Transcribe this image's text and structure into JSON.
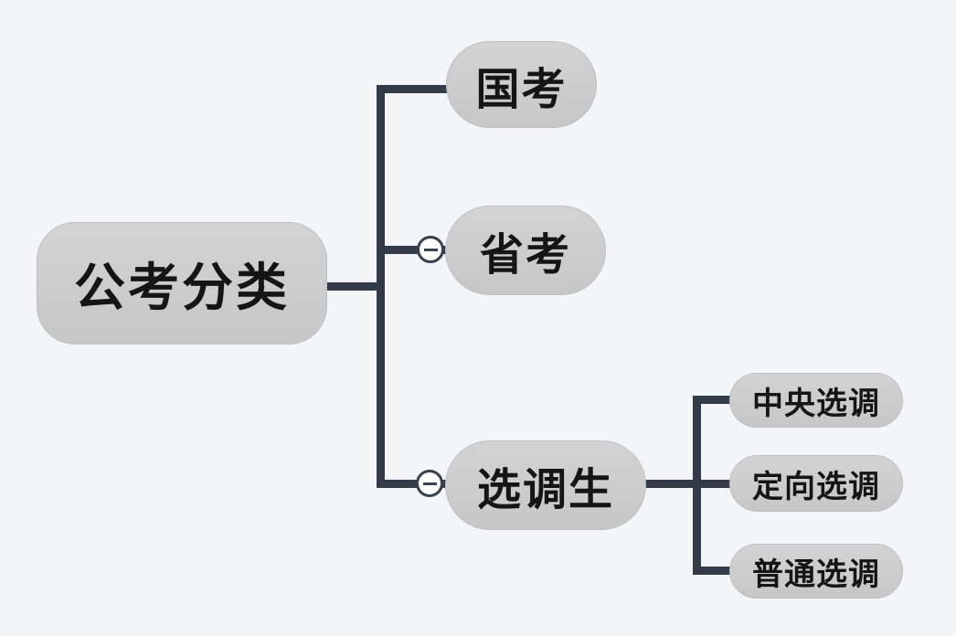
{
  "diagram": {
    "type": "mindmap",
    "background_color": "#f3f5f9",
    "edge_color": "#333b48",
    "node_fill_color": "#cbcbcb",
    "node_text_color": "#151515",
    "root": {
      "label": "公考分类"
    },
    "children": [
      {
        "label": "国考",
        "has_collapse_icon": false,
        "children": []
      },
      {
        "label": "省考",
        "has_collapse_icon": true,
        "children": []
      },
      {
        "label": "选调生",
        "has_collapse_icon": true,
        "children": [
          {
            "label": "中央选调"
          },
          {
            "label": "定向选调"
          },
          {
            "label": "普通选调"
          }
        ]
      }
    ],
    "icons": {
      "collapse": {
        "name": "minus-circle-icon",
        "glyph": "−"
      }
    }
  }
}
